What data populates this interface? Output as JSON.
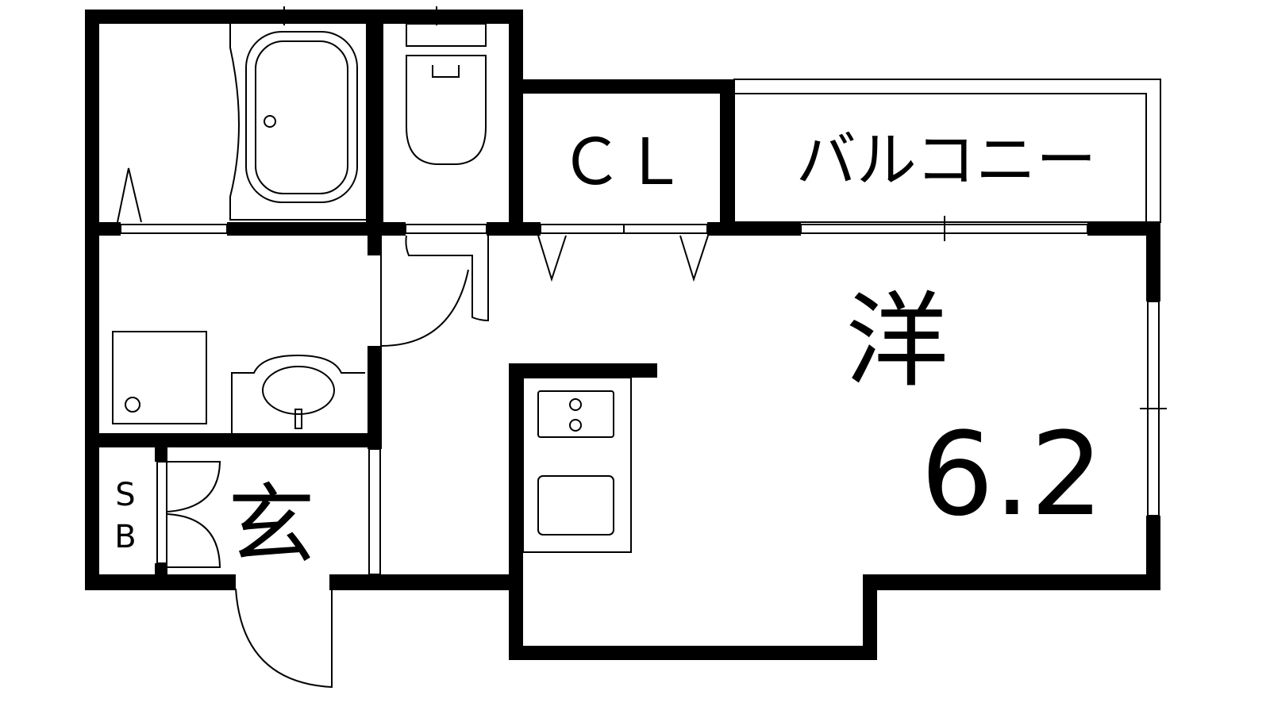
{
  "floorplan": {
    "rooms": {
      "closet": "ＣＬ",
      "balcony": "バルコニー",
      "western_room": "洋",
      "western_room_size": "6.2",
      "entrance": "玄",
      "shoe_box_top": "S",
      "shoe_box_bottom": "B"
    }
  }
}
